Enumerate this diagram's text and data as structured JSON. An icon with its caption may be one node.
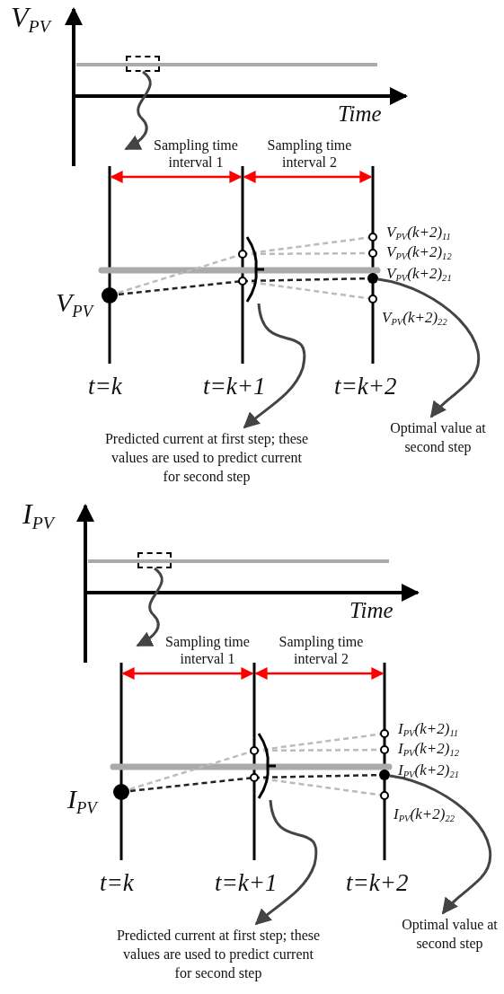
{
  "diagram": {
    "nodes": [
      {
        "text": [],
        "shape": "box"
      },
      {
        "text": [],
        "shape": "bracket"
      },
      {
        "text": [],
        "shape": "circle"
      },
      {
        "text": [
          "Predicted current at first step; these values are used to predict current for second step"
        ]
      },
      {
        "text": [
          "Optimal value at second step"
        ]
      },
      {
        "text": [],
        "shape": "box"
      },
      {
        "text": [],
        "shape": "bracket"
      },
      {
        "text": [],
        "shape": "circle"
      },
      {
        "text": [
          "Predicted current at first step; these values are used to predict current for second step"
        ]
      },
      {
        "text": [
          "Optimal value at second step"
        ]
      }
    ],
    "edges": [
      {
        "from": 0,
        "to": null,
        "arrow": "to"
      },
      {
        "from": 1,
        "to": 3,
        "arrow": "to"
      },
      {
        "from": 2,
        "to": 4,
        "arrow": "to"
      },
      {
        "from": 5,
        "to": null,
        "arrow": "to"
      },
      {
        "from": 6,
        "to": 8,
        "arrow": "to"
      },
      {
        "from": 7,
        "to": 9,
        "arrow": "to"
      }
    ],
    "labels": [
      "V$_{PV}$",
      "Time",
      "Sampling time interval 1",
      "Sampling time interval 2",
      "V$_{PV}$(k+2)$_{11}$",
      "V$_{PV}$(k+2)$_{12}$",
      "V$_{PV}$",
      "V$_{PV}$(k+2)$_{21}$",
      "V$_{PV}$(k+2)$_{22}$",
      "t=k",
      "t=k+1",
      "t=k+2",
      "I$_{PV}$",
      "Time",
      "Sampling time interval 1",
      "Sampling time interval 2",
      "I$_{PV}$(k+2)$_{11}$",
      "I$_{PV}$(k+2)$_{12}$",
      "I$_{PV}$",
      "I$_{PV}$(k+2)$_{21}$",
      "I$_{PV}$(k+2)$_{22}$",
      "t=k",
      "t=k+1",
      "t=k+2"
    ]
  }
}
